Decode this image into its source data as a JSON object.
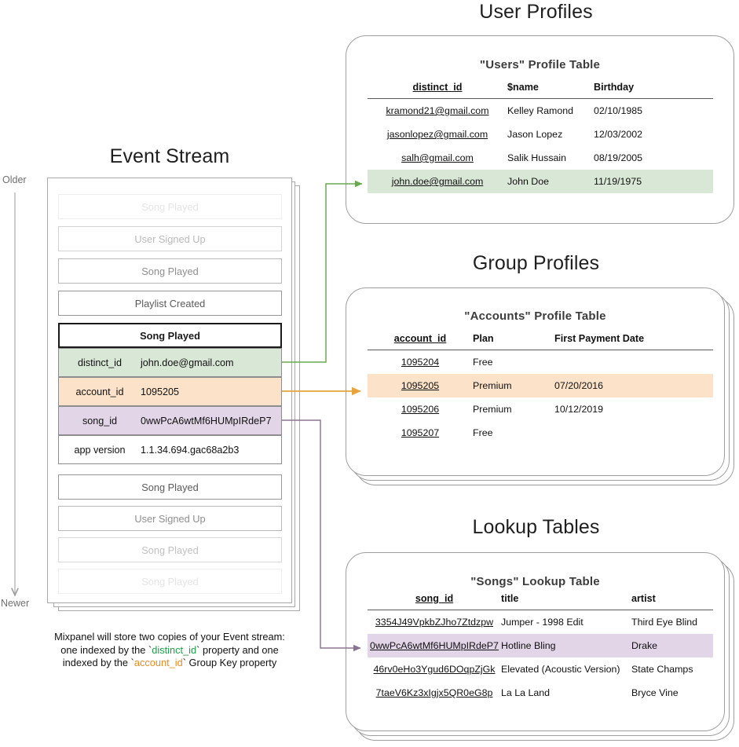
{
  "sections": {
    "event_stream": {
      "title": "Event Stream"
    },
    "user_profiles": {
      "title": "User Profiles"
    },
    "group_profiles": {
      "title": "Group Profiles"
    },
    "lookup_tables": {
      "title": "Lookup Tables"
    }
  },
  "time_axis": {
    "top_label": "Older",
    "bottom_label": "Newer"
  },
  "event_stream": {
    "events_before": [
      {
        "label": "Song Played",
        "opacity": 0.14
      },
      {
        "label": "User Signed Up",
        "opacity": 0.38
      },
      {
        "label": "Song Played",
        "opacity": 0.62
      },
      {
        "label": "Playlist Created",
        "opacity": 0.9
      }
    ],
    "selected_event": {
      "label": "Song Played",
      "properties": [
        {
          "key": "distinct_id",
          "value": "john.doe@gmail.com",
          "highlight": "green"
        },
        {
          "key": "account_id",
          "value": "1095205",
          "highlight": "orange"
        },
        {
          "key": "song_id",
          "value": "0wwPcA6wtMf6HUMpIRdeP7",
          "highlight": "purple"
        },
        {
          "key": "app version",
          "value": "1.1.34.694.gac68a2b3",
          "highlight": "none"
        }
      ]
    },
    "events_after": [
      {
        "label": "Song Played",
        "opacity": 0.9
      },
      {
        "label": "User Signed Up",
        "opacity": 0.62
      },
      {
        "label": "Song Played",
        "opacity": 0.34
      },
      {
        "label": "Song Played",
        "opacity": 0.14
      }
    ]
  },
  "users_table": {
    "title": "\"Users\" Profile Table",
    "columns": [
      "distinct_id",
      "$name",
      "Birthday"
    ],
    "rows": [
      {
        "cells": [
          "kramond21@gmail.com",
          "Kelley Ramond",
          "02/10/1985"
        ],
        "highlight": "none"
      },
      {
        "cells": [
          "jasonlopez@gmail.com",
          "Jason Lopez",
          "12/03/2002"
        ],
        "highlight": "none"
      },
      {
        "cells": [
          "salh@gmail.com",
          "Salik Hussain",
          "08/19/2005"
        ],
        "highlight": "none"
      },
      {
        "cells": [
          "john.doe@gmail.com",
          "John Doe",
          "11/19/1975"
        ],
        "highlight": "green"
      }
    ]
  },
  "accounts_table": {
    "title": "\"Accounts\" Profile Table",
    "columns": [
      "account_id",
      "Plan",
      "First Payment Date"
    ],
    "rows": [
      {
        "cells": [
          "1095204",
          "Free",
          ""
        ],
        "highlight": "none"
      },
      {
        "cells": [
          "1095205",
          "Premium",
          "07/20/2016"
        ],
        "highlight": "orange"
      },
      {
        "cells": [
          "1095206",
          "Premium",
          "10/12/2019"
        ],
        "highlight": "none"
      },
      {
        "cells": [
          "1095207",
          "Free",
          ""
        ],
        "highlight": "none"
      }
    ]
  },
  "songs_table": {
    "title": "\"Songs\" Lookup Table",
    "columns": [
      "song_id",
      "title",
      "artist"
    ],
    "rows": [
      {
        "cells": [
          "3354J49VpkbZJho7Ztdzpw",
          "Jumper - 1998 Edit",
          "Third Eye Blind"
        ],
        "highlight": "none"
      },
      {
        "cells": [
          "0wwPcA6wtMf6HUMpIRdeP7",
          "Hotline Bling",
          "Drake"
        ],
        "highlight": "purple"
      },
      {
        "cells": [
          "46rv0eHo3Ygud6DOqpZjGk",
          "Elevated (Acoustic Version)",
          "State Champs"
        ],
        "highlight": "none"
      },
      {
        "cells": [
          "7taeV6Kz3xIgjx5QR0eG8p",
          "La La Land",
          "Bryce Vine"
        ],
        "highlight": "none"
      }
    ]
  },
  "caption": {
    "line1": "Mixpanel will store two copies of your Event stream:",
    "line2_a": "one indexed by the `",
    "line2_key": "distinct_id",
    "line2_b": "` property and one",
    "line3_a": "indexed by the `",
    "line3_key": "account_id",
    "line3_b": "` Group Key property"
  },
  "colors": {
    "green_highlight": "#d9e7d6",
    "orange_highlight": "#fce2c8",
    "purple_highlight": "#e3d5e8",
    "green_connector": "#6aa84f",
    "orange_connector": "#e8a33d",
    "purple_connector": "#8a7391",
    "card_border": "#9e9e9e"
  }
}
